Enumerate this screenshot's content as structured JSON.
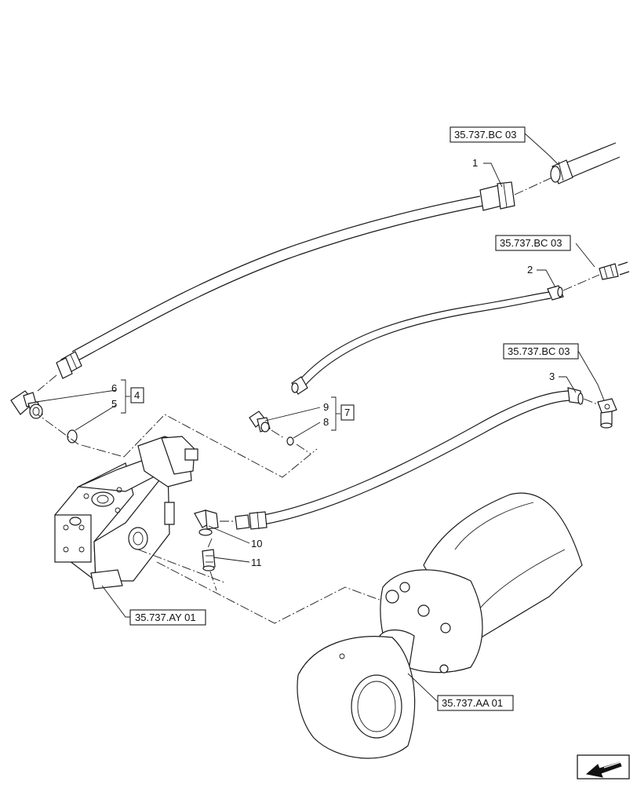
{
  "references": {
    "bc03_a": "35.737.BC 03",
    "bc03_b": "35.737.BC 03",
    "bc03_c": "35.737.BC 03",
    "ay01": "35.737.AY 01",
    "aa01": "35.737.AA 01"
  },
  "callouts": {
    "n1": "1",
    "n2": "2",
    "n3": "3",
    "n4": "4",
    "n5": "5",
    "n6": "6",
    "n7": "7",
    "n8": "8",
    "n9": "9",
    "n10": "10",
    "n11": "11"
  },
  "icons": {
    "navigation": "arrow-left-icon"
  }
}
